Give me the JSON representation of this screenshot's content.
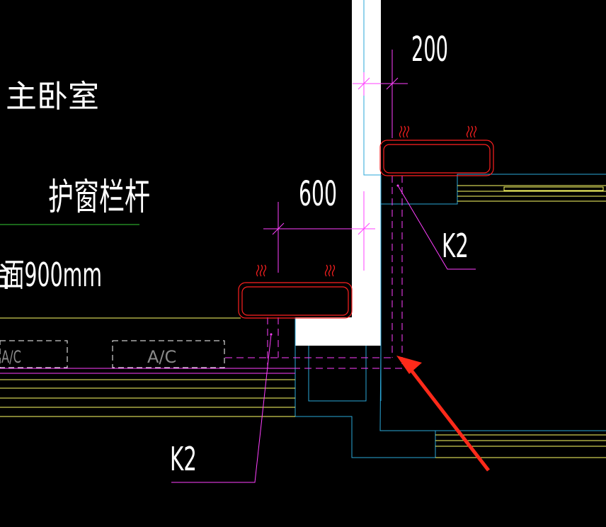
{
  "labels": {
    "room": "主卧室",
    "railing": "护窗栏杆",
    "height_note": "面900mm",
    "height_note_prefix": "台",
    "dim_top": "200",
    "dim_mid": "600",
    "k2_right": "K2",
    "k2_bottom": "K2",
    "ac_left": "A/C",
    "ac_right": "A/C"
  },
  "colors": {
    "background": "#000000",
    "wall": "#ffffff",
    "ac_unit": "#ff2020",
    "dimension": "#ff40ff",
    "cyan": "#2aa7d8",
    "yellow": "#ffff66",
    "green": "#33cc33",
    "arrow": "#ff2a1a"
  }
}
